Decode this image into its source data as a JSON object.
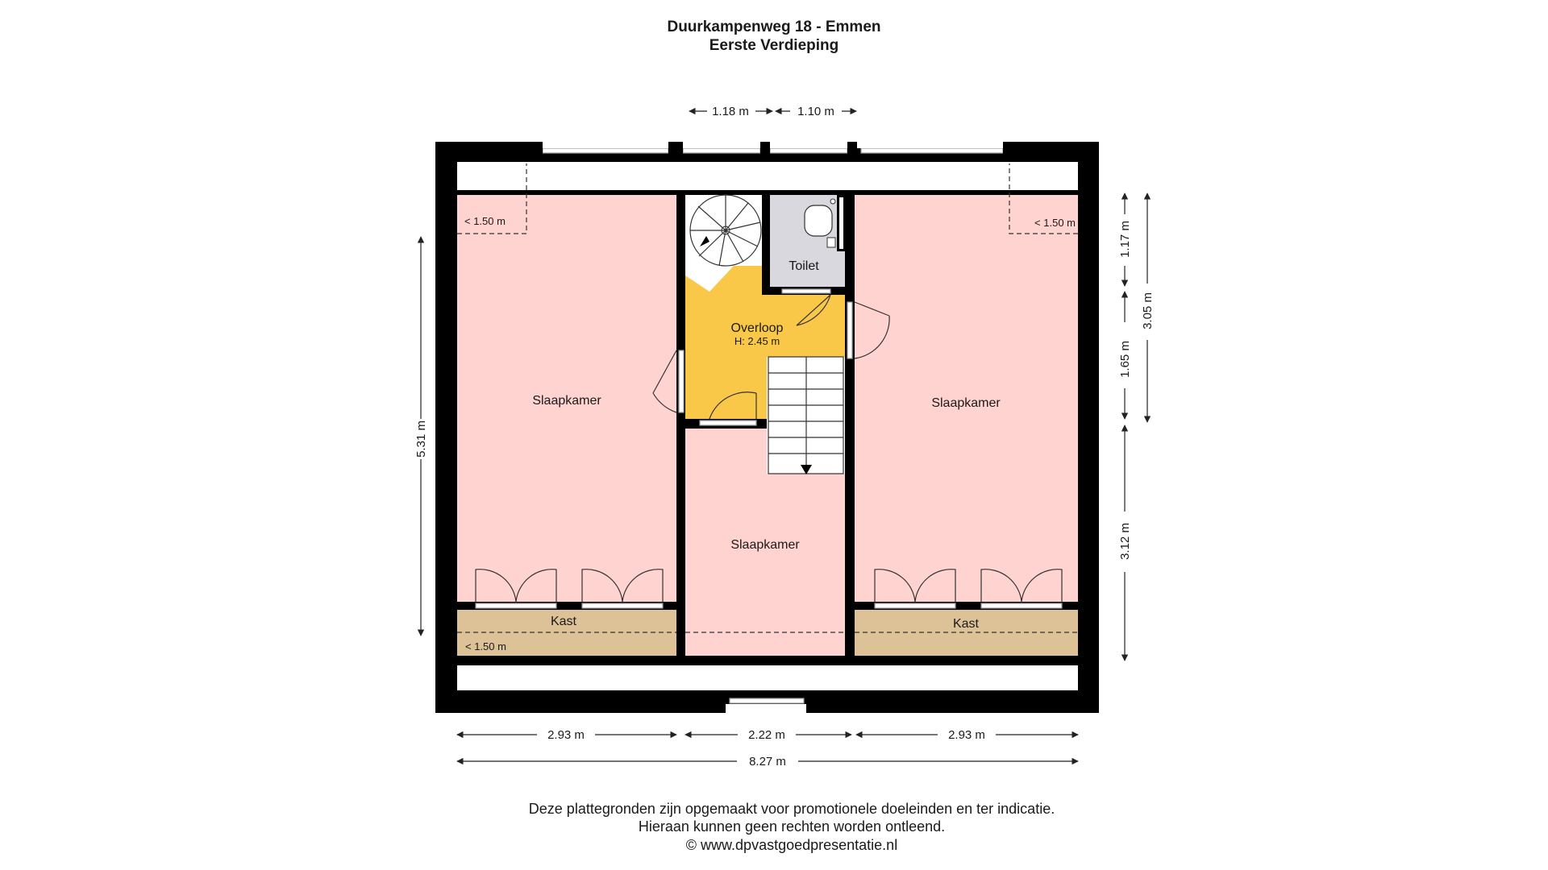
{
  "title": {
    "address": "Duurkampenweg 18 - Emmen",
    "floor": "Eerste Verdieping"
  },
  "rooms": {
    "bedroom_left": "Slaapkamer",
    "bedroom_right": "Slaapkamer",
    "bedroom_middle": "Slaapkamer",
    "toilet": "Toilet",
    "landing": "Overloop",
    "landing_height": "H: 2.45 m",
    "closet_left": "Kast",
    "closet_right": "Kast"
  },
  "annotations": {
    "height_top_left": "< 1.50 m",
    "height_top_right": "< 1.50 m",
    "height_bottom_left": "< 1.50 m"
  },
  "dimensions": {
    "top_1": "1.18 m",
    "top_2": "1.10 m",
    "left_height": "5.31 m",
    "right_1": "1.17 m",
    "right_2": "1.65 m",
    "right_3": "3.12 m",
    "right_total": "3.05 m",
    "bottom_1": "2.93 m",
    "bottom_2": "2.22 m",
    "bottom_3": "2.93 m",
    "bottom_total": "8.27 m"
  },
  "footer": {
    "line1": "Deze plattegronden zijn opgemaakt voor promotionele doeleinden en ter indicatie.",
    "line2": "Hieraan kunnen geen rechten worden ontleend.",
    "line3": "© www.dpvastgoedpresentatie.nl"
  },
  "colors": {
    "bedroom": "#FFD3D0",
    "landing": "#FAC848",
    "toilet": "#D8D8DE",
    "closet": "#DDC298",
    "wall": "#000000"
  }
}
